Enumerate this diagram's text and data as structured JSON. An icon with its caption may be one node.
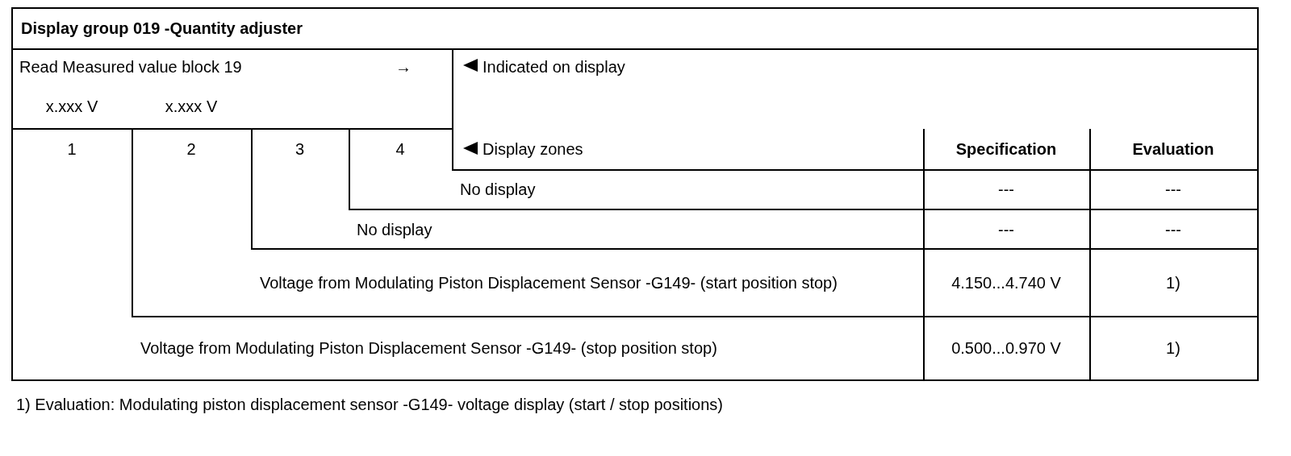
{
  "diagram": {
    "title": "Display group 019 -Quantity adjuster",
    "labels": [
      "Read Measured value block 19",
      "→",
      "Indicated on display",
      "x.xxx V",
      "x.xxx V",
      "1",
      "2",
      "3",
      "4",
      "Display zones",
      "Specification",
      "Evaluation",
      "No display",
      "---",
      "---",
      "No display",
      "---",
      "---",
      "Voltage from Modulating Piston Displacement Sensor -G149- (start position stop)",
      "4.150...4.740 V",
      "1)",
      "Voltage from Modulating Piston Displacement Sensor -G149- (stop position stop)",
      "0.500...0.970 V",
      "1)",
      "1) Evaluation: Modulating piston displacement sensor -G149- voltage display (start / stop positions)"
    ]
  }
}
